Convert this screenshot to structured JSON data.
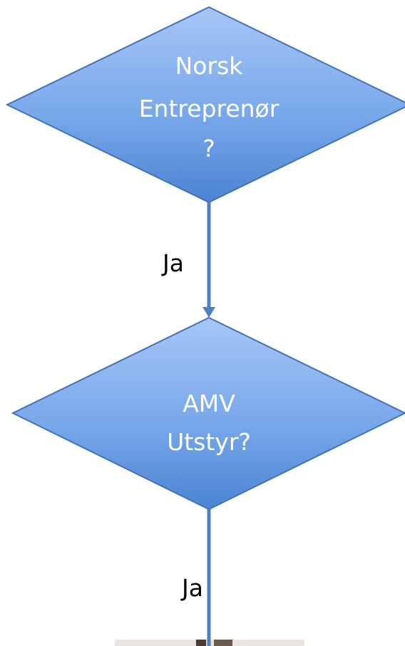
{
  "decisions": [
    {
      "id": "norsk-entreprenor",
      "lines": [
        "Norsk",
        "Entreprenør",
        "?"
      ]
    },
    {
      "id": "amv-utstyr",
      "lines": [
        "AMV",
        "Utstyr?"
      ]
    }
  ],
  "edges": [
    {
      "from": "norsk-entreprenor",
      "to": "amv-utstyr",
      "label": "Ja"
    },
    {
      "from": "amv-utstyr",
      "to": "cropped-image",
      "label": "Ja"
    }
  ],
  "colors": {
    "diamond_fill_top": "#a4c3f5",
    "diamond_fill_bottom": "#4a84d6",
    "diamond_stroke": "#4471b8",
    "connector": "#4f81bd",
    "label_text": "#000000",
    "shape_text": "#ffffff"
  }
}
